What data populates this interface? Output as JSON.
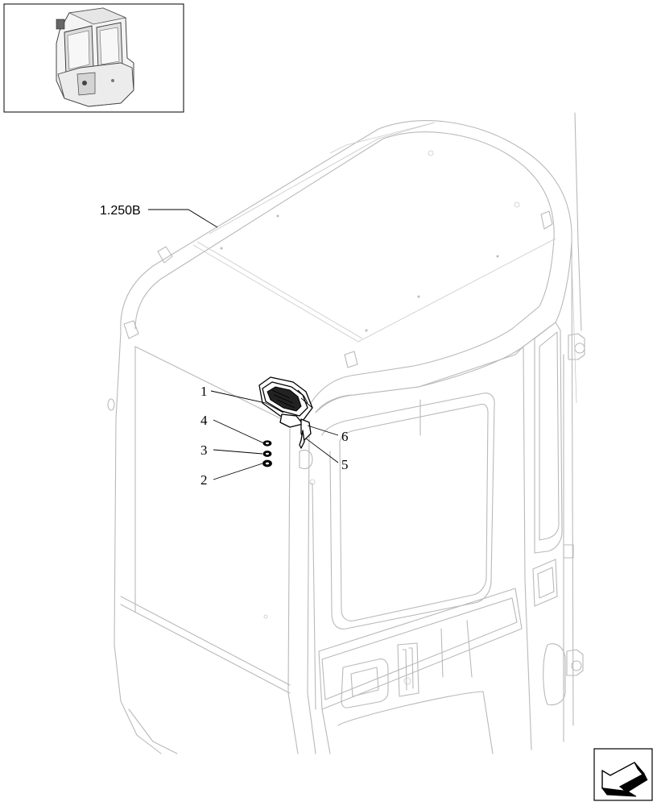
{
  "reference_label": "1.250B",
  "callouts": [
    {
      "id": "1",
      "label": "1"
    },
    {
      "id": "2",
      "label": "2"
    },
    {
      "id": "3",
      "label": "3"
    },
    {
      "id": "4",
      "label": "4"
    },
    {
      "id": "5",
      "label": "5"
    },
    {
      "id": "6",
      "label": "6"
    }
  ]
}
